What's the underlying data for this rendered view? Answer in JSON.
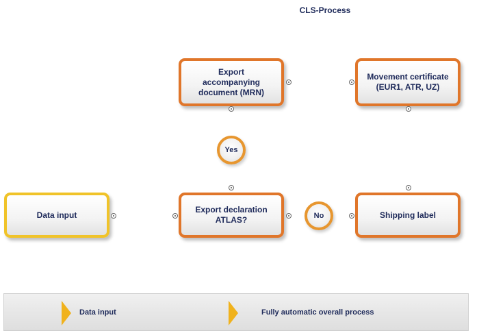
{
  "diagram": {
    "title": "CLS-Process",
    "nodes": {
      "export_accompanying": "Export accompanying document (MRN)",
      "movement_certificate": "Movement certificate (EUR1, ATR, UZ)",
      "data_input": "Data input",
      "export_declaration": "Export declaration ATLAS?",
      "shipping_label": "Shipping label"
    },
    "decisions": {
      "yes": "Yes",
      "no": "No"
    },
    "colors": {
      "process_border": "#e0762a",
      "input_border": "#f0c329",
      "decision_border": "#e7962f",
      "legend_arrow": "#f0b21d",
      "text": "#1e2a5a"
    }
  },
  "legend": {
    "items": [
      {
        "label": "Data input",
        "icon": "chevron-arrow-icon"
      },
      {
        "label": "Fully automatic overall process",
        "icon": "chevron-arrow-icon"
      }
    ]
  }
}
